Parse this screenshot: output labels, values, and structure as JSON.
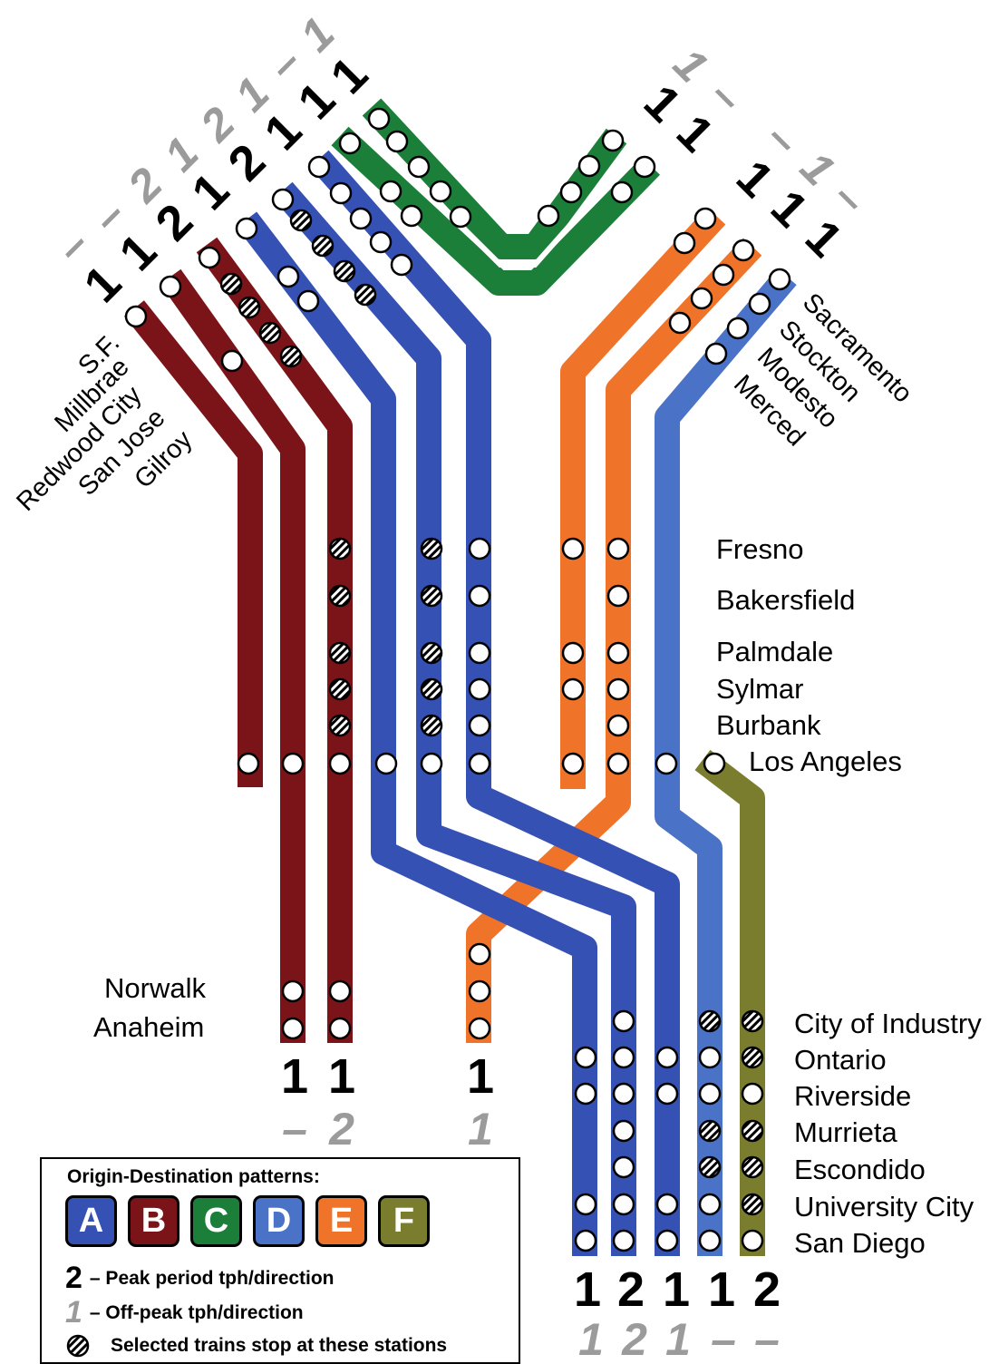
{
  "colors": {
    "A": "#3451b3",
    "B": "#7b1418",
    "C": "#1b7f3a",
    "D": "#4a72c6",
    "E": "#f0732a",
    "F": "#7b7d2e"
  },
  "north_west_stations": [
    "S.F.",
    "Millbrae",
    "Redwood City",
    "San Jose",
    "Gilroy"
  ],
  "north_east_stations": [
    "Sacramento",
    "Stockton",
    "Modesto",
    "Merced"
  ],
  "trunk_stations": [
    "Fresno",
    "Bakersfield",
    "Palmdale",
    "Sylmar",
    "Burbank",
    "Los Angeles"
  ],
  "south_west_stations": [
    "Norwalk",
    "Anaheim"
  ],
  "south_east_stations": [
    "City of Industry",
    "Ontario",
    "Riverside",
    "Murrieta",
    "Escondido",
    "University City",
    "San Diego"
  ],
  "frequencies": {
    "north_west_peak": [
      "1",
      "1",
      "2",
      "1",
      "2",
      "1",
      "1",
      "1"
    ],
    "north_west_offpeak": [
      "–",
      "–",
      "2",
      "1",
      "2",
      "1",
      "–",
      "1"
    ],
    "north_east_peak": [
      "1",
      "1",
      "1",
      "1",
      "1"
    ],
    "north_east_offpeak": [
      "1",
      "–",
      "–",
      "1",
      "–"
    ],
    "south_west_peak": [
      "1",
      "1",
      "1"
    ],
    "south_west_offpeak": [
      "–",
      "2",
      "1"
    ],
    "south_east_peak": [
      "1",
      "2",
      "1",
      "1",
      "2"
    ],
    "south_east_offpeak": [
      "1",
      "2",
      "1",
      "–",
      "–"
    ]
  },
  "legend": {
    "title": "Origin-Destination patterns:",
    "patterns": [
      {
        "letter": "A",
        "color": "#3451b3"
      },
      {
        "letter": "B",
        "color": "#7b1418"
      },
      {
        "letter": "C",
        "color": "#1b7f3a"
      },
      {
        "letter": "D",
        "color": "#4a72c6"
      },
      {
        "letter": "E",
        "color": "#f0732a"
      },
      {
        "letter": "F",
        "color": "#7b7d2e"
      }
    ],
    "peak_num": "2",
    "peak_text": "– Peak period tph/direction",
    "offpeak_num": "1",
    "offpeak_text": "– Off-peak tph/direction",
    "selected_text": "Selected trains stop at these stations"
  }
}
